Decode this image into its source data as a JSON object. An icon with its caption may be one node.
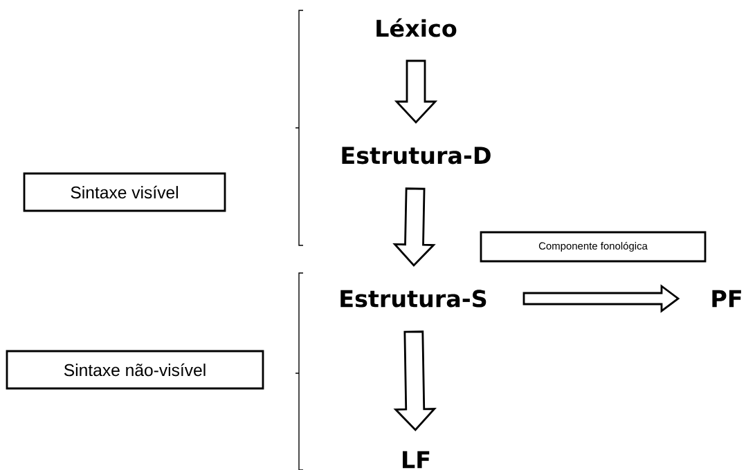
{
  "diagram": {
    "nodes": [
      {
        "text": [
          "Léxico"
        ]
      },
      {
        "text": [
          "Estrutura-D"
        ]
      },
      {
        "text": [
          "Sintaxe visível"
        ]
      },
      {
        "text": [
          "Componente fonológica"
        ]
      },
      {
        "text": [
          "Estrutura-S"
        ]
      },
      {
        "text": [
          "PF"
        ]
      },
      {
        "text": [
          "Sintaxe não-visível"
        ]
      },
      {
        "text": [
          "LF"
        ]
      }
    ],
    "edges": [
      {
        "from": 0,
        "to": 1,
        "arrow": "to"
      },
      {
        "from": 1,
        "to": 4,
        "arrow": "to"
      },
      {
        "from": 4,
        "to": 5,
        "arrow": "to"
      },
      {
        "from": 4,
        "to": 7,
        "arrow": "to"
      }
    ]
  }
}
